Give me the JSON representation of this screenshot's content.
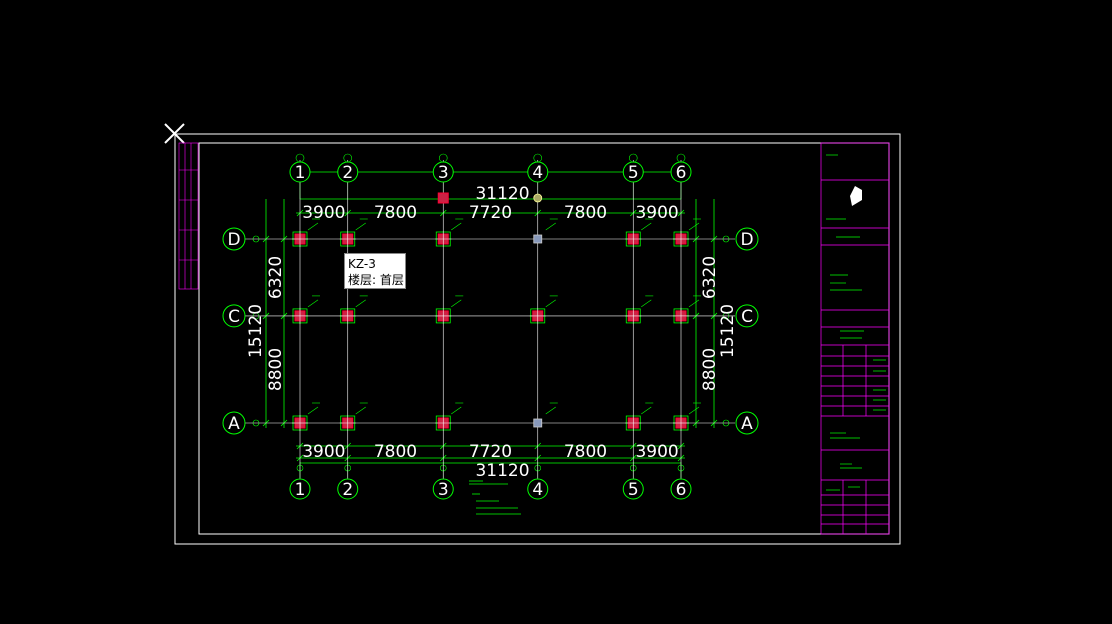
{
  "drawing": {
    "grid_x": [
      {
        "label": "1",
        "value": 0
      },
      {
        "label": "2",
        "value": 3900
      },
      {
        "label": "3",
        "value": 11700
      },
      {
        "label": "4",
        "value": 19420
      },
      {
        "label": "5",
        "value": 27220
      },
      {
        "label": "6",
        "value": 31120
      }
    ],
    "grid_y": [
      {
        "label": "D",
        "value": 15120
      },
      {
        "label": "C",
        "value": 8800
      },
      {
        "label": "A",
        "value": 0
      }
    ],
    "x_spans": [
      "3900",
      "7800",
      "7720",
      "7800",
      "3900"
    ],
    "x_total": "31120",
    "y_spans_top_down": [
      "6320",
      "8800"
    ],
    "y_total": "15120",
    "colors": {
      "background": "#000000",
      "frame": "#ffffff",
      "axis": "#ffffff",
      "dimension": "#00ff00",
      "grid_bubble": "#00ff00",
      "column": "#ff0033",
      "title_block": "#ff00ff"
    }
  },
  "tooltip": {
    "name": "KZ-3",
    "floor": "楼层: 首层"
  }
}
